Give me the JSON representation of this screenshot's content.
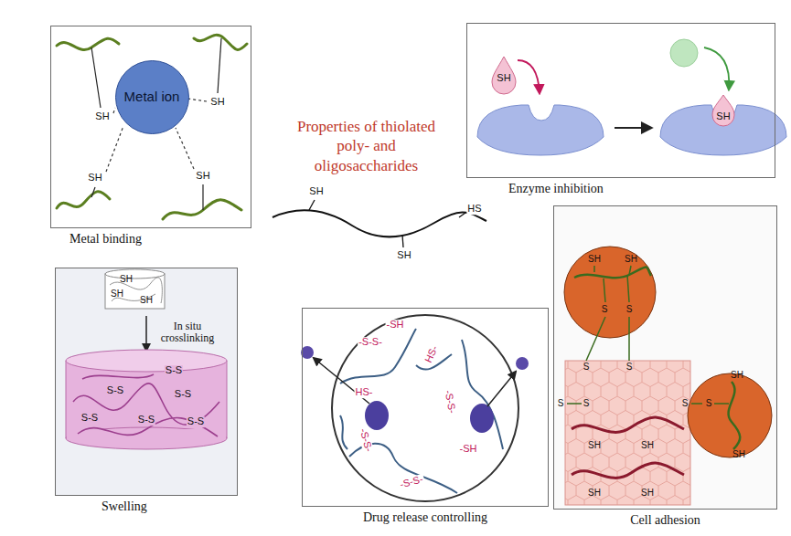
{
  "diagram": {
    "title": "Properties of thiolated poly- and oligosaccharides",
    "nodes": [
      {
        "text": [
          "Metal binding"
        ]
      },
      {
        "text": [
          "Metal ion"
        ],
        "in": 0
      },
      {
        "text": [
          "Enzyme inhibition"
        ]
      },
      {
        "text": [
          "Swelling"
        ]
      },
      {
        "text": [
          "Drug release controlling"
        ]
      },
      {
        "text": [
          "Cell adhesion"
        ]
      }
    ],
    "labels": [
      "SH",
      "SH",
      "SH",
      "SH",
      "SH",
      "HS",
      "SH",
      "SH",
      "SH",
      "SH",
      "SH",
      "SH",
      "In situ crosslinking",
      "S-S",
      "S-S",
      "S-S",
      "S-S",
      "S-S",
      "S-S",
      "-SH",
      "-S-S-",
      "HS-",
      "HS-",
      "-S-S-",
      "-S-S-",
      "-S-S-",
      "-SH",
      "SH",
      "SH",
      "S",
      "S",
      "S",
      "S",
      "S",
      "S",
      "S",
      "S",
      "SH",
      "SH",
      "SH",
      "SH",
      "SH",
      "SH"
    ]
  }
}
